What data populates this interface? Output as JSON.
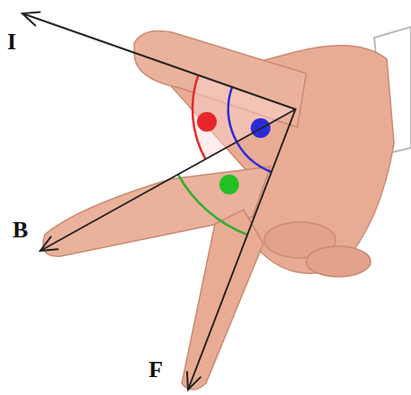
{
  "diagram": {
    "labels": [
      "I",
      "B",
      "F"
    ]
  }
}
